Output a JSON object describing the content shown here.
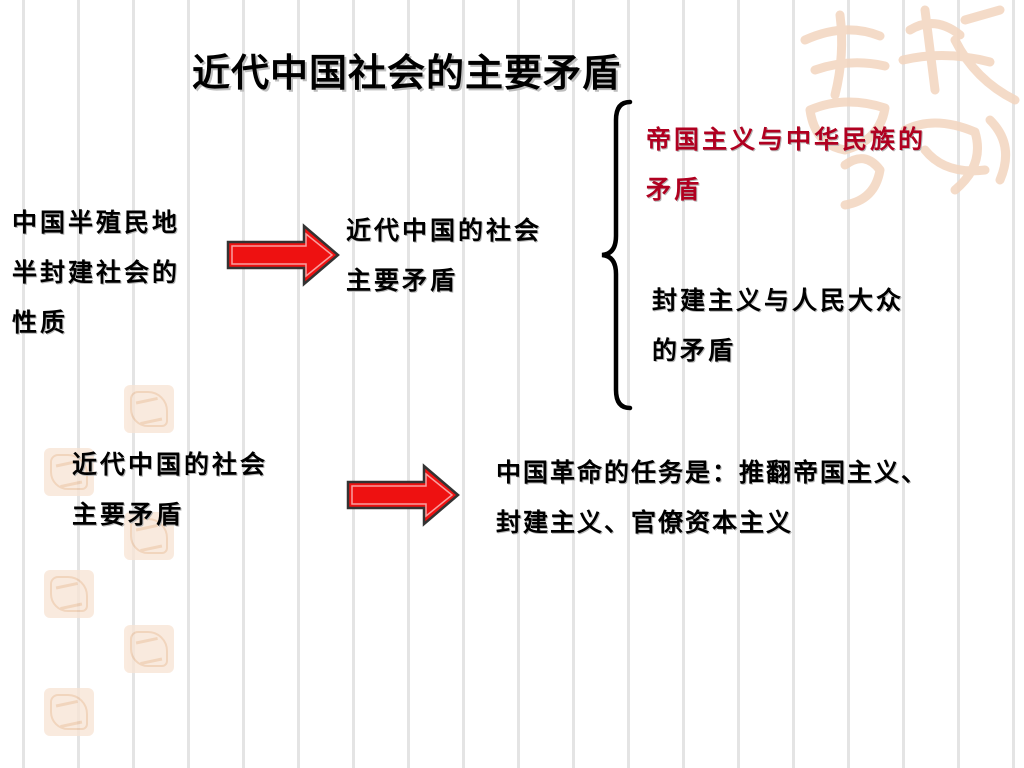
{
  "title": "近代中国社会的主要矛盾",
  "nature": [
    "中国半殖民地",
    "半封建社会的",
    "性质"
  ],
  "main_contradiction": [
    "近代中国的社会",
    "主要矛盾"
  ],
  "contradiction_one": [
    "帝国主义与中华民族的",
    "矛盾"
  ],
  "contradiction_two": [
    "封建主义与人民大众",
    "的矛盾"
  ],
  "main_contradiction_second": [
    "近代中国的社会",
    "主要矛盾"
  ],
  "revolution_task": [
    "中国革命的任务是：推翻帝国主义、",
    "封建主义、官僚资本主义"
  ],
  "colors": {
    "arrow_fill": "#ee1111",
    "accent_text": "#b00020",
    "decor": "#f3d5bf"
  },
  "decor_icons": [
    "auspicious-calligraphy-seal-icon"
  ]
}
